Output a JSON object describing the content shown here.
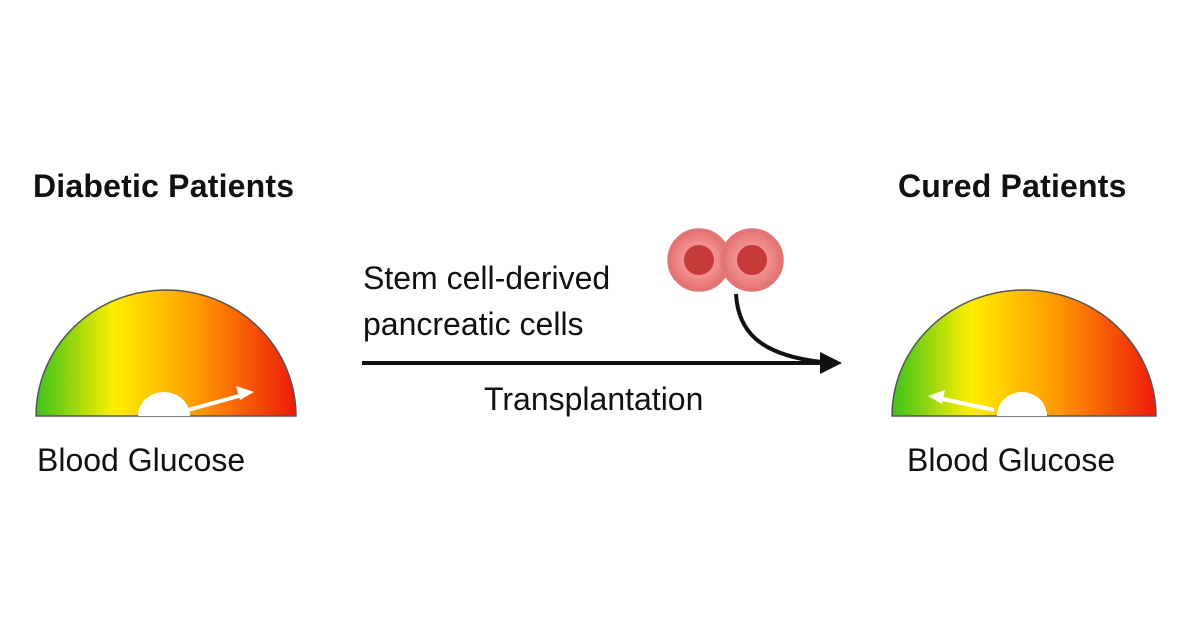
{
  "left_panel": {
    "title": "Diabetic Patients",
    "gauge_label": "Blood Glucose",
    "gauge_level": "high"
  },
  "right_panel": {
    "title": "Cured Patients",
    "gauge_label": "Blood Glucose",
    "gauge_level": "low"
  },
  "process": {
    "cell_label_line1": "Stem cell-derived",
    "cell_label_line2": "pancreatic cells",
    "arrow_label": "Transplantation"
  },
  "colors": {
    "gauge_low": "#3cc21a",
    "gauge_mid": "#ffee00",
    "gauge_high": "#ee1a0a",
    "cell_outer": "#ef8a8a",
    "cell_inner": "#c63a3a",
    "arrow": "#111111"
  }
}
